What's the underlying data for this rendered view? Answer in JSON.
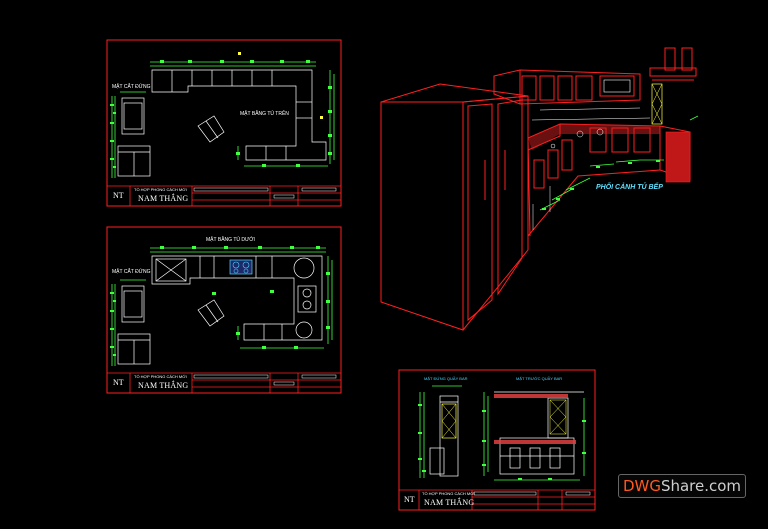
{
  "sheets": [
    {
      "id": "sheet-1",
      "labels": {
        "elevation": "MẶT CẮT ĐỨNG",
        "plan": "MẶT BẰNG TỦ TRÊN"
      },
      "titleblock": {
        "code": "NT",
        "subtitle": "TỔ HỢP PHONG CÁCH MỚI",
        "name": "NAM THẮNG"
      }
    },
    {
      "id": "sheet-2",
      "labels": {
        "top": "MẶT BẰNG TỦ DƯỚI",
        "elevation": "MẶT CẮT ĐỨNG"
      },
      "titleblock": {
        "code": "NT",
        "subtitle": "TỔ HỢP PHONG CÁCH MỚI",
        "name": "NAM THẮNG"
      }
    },
    {
      "id": "sheet-3",
      "labels": {
        "left": "MẶT ĐỨNG QUẦY BAR",
        "right": "MẶT TRƯỚC QUẦY BAR"
      },
      "titleblock": {
        "code": "NT",
        "subtitle": "TỔ HỢP PHONG CÁCH MỚI",
        "name": "NAM THẮNG"
      }
    }
  ],
  "perspective": {
    "title": "PHỐI CẢNH TỦ BẾP"
  },
  "watermark": {
    "brand_a": "DWG",
    "brand_b": "Share.com"
  },
  "colors": {
    "background": "#000000",
    "frame": "#ff2020",
    "line": "#ffffff",
    "dimension": "#40ff40",
    "accent_yellow": "#ffff40",
    "label_cyan": "#4fd4ff"
  }
}
